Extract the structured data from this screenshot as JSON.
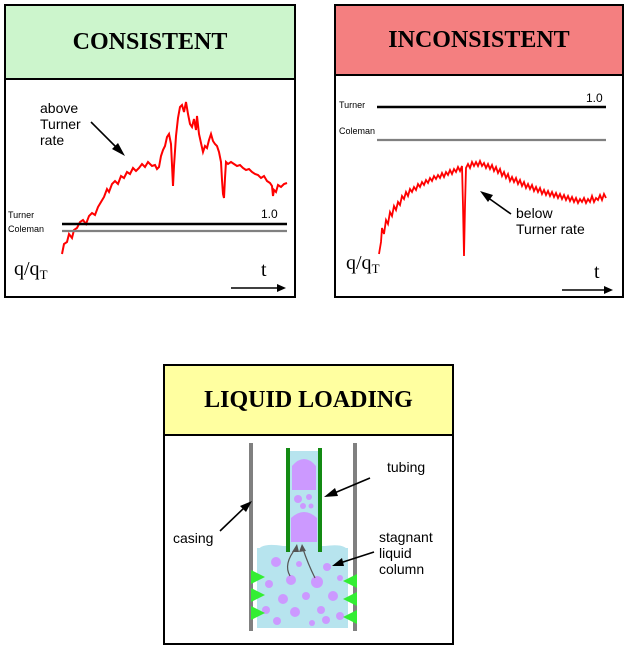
{
  "consistent": {
    "title": "CONSISTENT",
    "annotation_line1": "above",
    "annotation_line2": "Turner",
    "annotation_line3": "rate",
    "turner_label": "Turner",
    "coleman_label": "Coleman",
    "ratio_value": "1.0",
    "y_axis_label": "q/q",
    "y_axis_subscript": "T",
    "x_axis_label": "t"
  },
  "inconsistent": {
    "title": "INCONSISTENT",
    "turner_label": "Turner",
    "coleman_label": "Coleman",
    "ratio_value": "1.0",
    "annotation_line1": "below",
    "annotation_line2": "Turner rate",
    "y_axis_label": "q/q",
    "y_axis_subscript": "T",
    "x_axis_label": "t"
  },
  "liquid_loading": {
    "title": "LIQUID LOADING",
    "casing_label": "casing",
    "tubing_label": "tubing",
    "column_line1": "stagnant",
    "column_line2": "liquid",
    "column_line3": "column"
  },
  "colors": {
    "rate_line": "#ff0000",
    "turner_line": "#000000",
    "coleman_line": "#808080",
    "consistent_header": "#ccf5cc",
    "inconsistent_header": "#f47f80",
    "liquid_header": "#ffffa0",
    "liquid": "#b7e4ee",
    "bubble": "#cc99ff",
    "tubing_wall": "#138a13",
    "casing_wall": "#808080",
    "inflow_arrow": "#33ee33"
  }
}
